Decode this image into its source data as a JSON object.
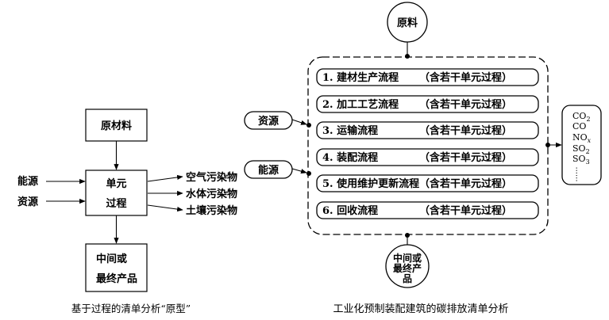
{
  "left": {
    "raw_material": "原材料",
    "unit_process": {
      "line1": "单元",
      "line2": "过程"
    },
    "inputs": [
      "能源",
      "资源"
    ],
    "outputs": [
      "空气污染物",
      "水体污染物",
      "土壤污染物"
    ],
    "product": {
      "line1": "中间或",
      "line2": "最终产品"
    },
    "caption": "基于过程的清单分析“原型”"
  },
  "right": {
    "raw": "原料",
    "inputs": [
      "资源",
      "能源"
    ],
    "processes": [
      {
        "name": "1. 建材生产流程",
        "note": "（含若干单元过程）"
      },
      {
        "name": "2. 加工工艺流程",
        "note": "（含若干单元过程）"
      },
      {
        "name": "3. 运输流程",
        "note": "（含若干单元过程）"
      },
      {
        "name": "4. 装配流程",
        "note": "（含若干单元过程）"
      },
      {
        "name": "5. 使用维护更新流程",
        "note": "（含若干单元过程）"
      },
      {
        "name": "6. 回收流程",
        "note": "（含若干单元过程）"
      }
    ],
    "emissions": [
      {
        "base": "CO",
        "sub": "2"
      },
      {
        "base": "CO",
        "sub": ""
      },
      {
        "base": "NO",
        "sub": "x"
      },
      {
        "base": "SO",
        "sub": "2"
      },
      {
        "base": "SO",
        "sub": "3"
      },
      {
        "base": "......",
        "sub": ""
      }
    ],
    "product": {
      "line1": "中间或",
      "line2": "最终产",
      "line3": "品"
    },
    "caption": "工业化预制装配建筑的碳排放清单分析"
  }
}
